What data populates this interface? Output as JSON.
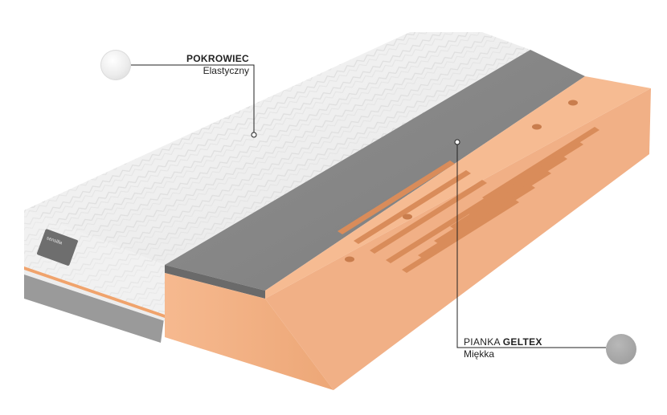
{
  "labels": {
    "cover": {
      "title": "POKROWIEC",
      "subtitle": "Elastyczny"
    },
    "foam": {
      "prefix": "PIANKA ",
      "title": "GELTEX",
      "subtitle": "Miękka"
    }
  },
  "brand_tag": "sensilla",
  "colors": {
    "foam": "#f4b78c",
    "foam_dark": "#e8a374",
    "gel_layer": "#8a8a8a",
    "cover": "#f2f2f2",
    "swatch_gray": "#a6a6a6",
    "leader_line": "#222222"
  }
}
